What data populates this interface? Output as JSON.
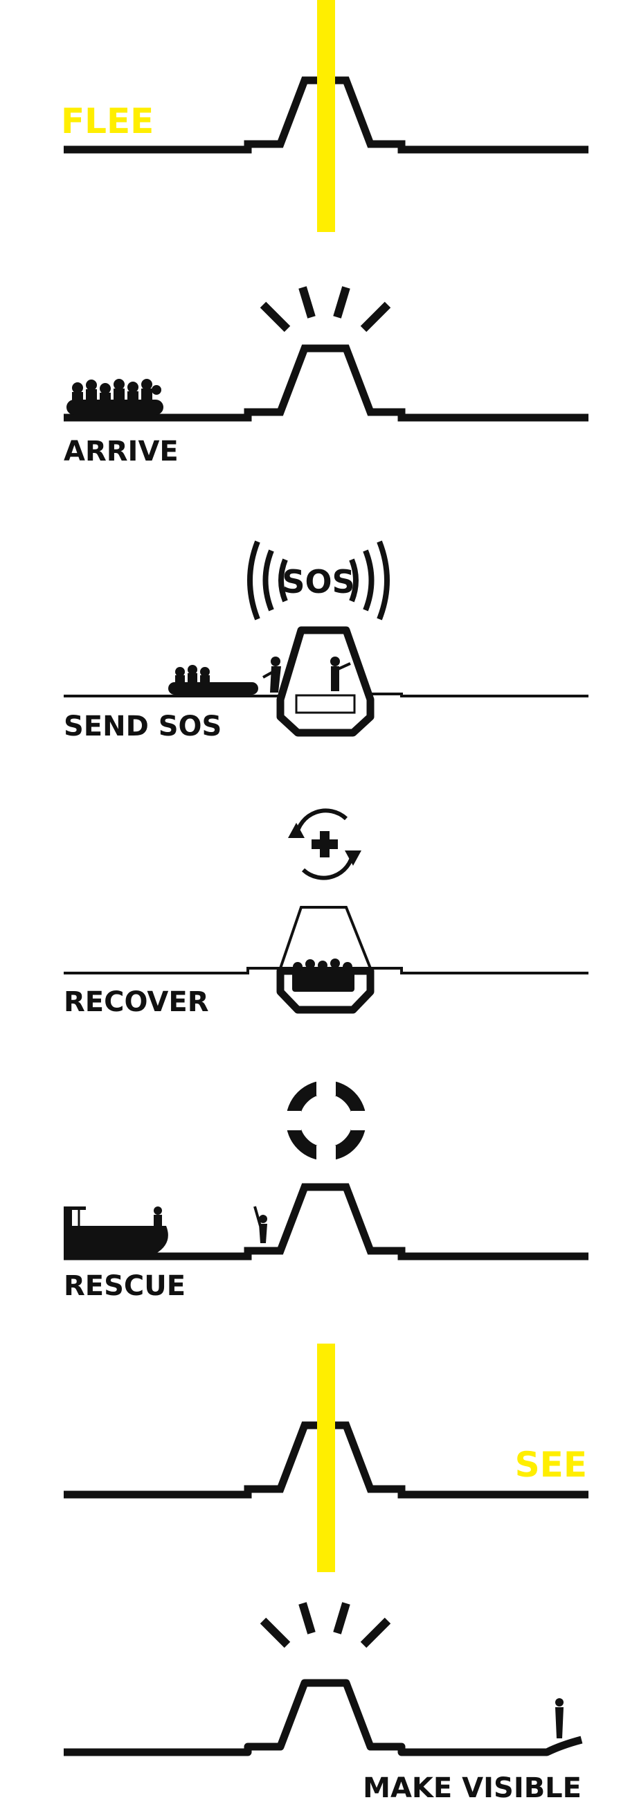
{
  "colors": {
    "ink": "#111111",
    "highlight": "#ffee00",
    "background": "#ffffff"
  },
  "steps": [
    {
      "label": "FLEE",
      "highlight_label": true,
      "icon": "light-beam"
    },
    {
      "label": "ARRIVE",
      "highlight_label": false,
      "icon": "signal-light-rays-icon"
    },
    {
      "label": "SEND SOS",
      "highlight_label": false,
      "icon": "sos-waves-icon",
      "icon_text": "SOS"
    },
    {
      "label": "RECOVER",
      "highlight_label": false,
      "icon": "medical-cross-cycle-icon"
    },
    {
      "label": "RESCUE",
      "highlight_label": false,
      "icon": "lifebuoy-icon"
    },
    {
      "label": "SEE",
      "highlight_label": true,
      "icon": "light-beam"
    },
    {
      "label": "MAKE VISIBLE",
      "highlight_label": false,
      "icon": "signal-light-rays-icon"
    }
  ]
}
